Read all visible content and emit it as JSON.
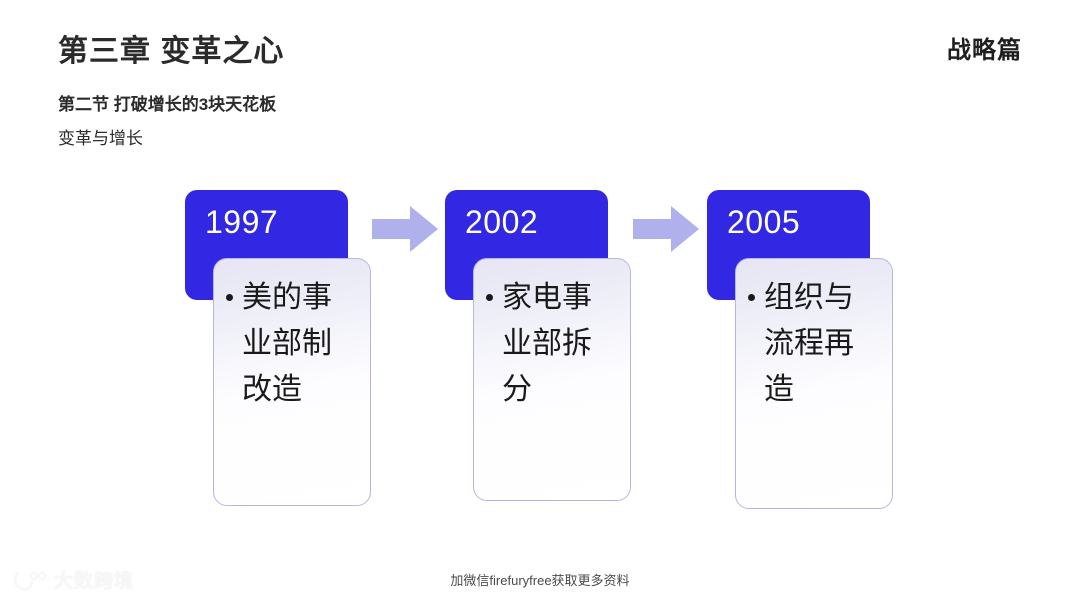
{
  "header": {
    "title": "第三章 变革之心",
    "section_badge": "战略篇",
    "subtitle_1": "第二节  打破增长的3块天花板",
    "subtitle_2": "变革与增长"
  },
  "timeline": {
    "arrow_icon_name": "right-arrow-icon",
    "stages": [
      {
        "year": "1997",
        "detail": "美的事业部制改造"
      },
      {
        "year": "2002",
        "detail": "家电事业部拆分"
      },
      {
        "year": "2005",
        "detail": "组织与流程再造"
      }
    ]
  },
  "footer": {
    "note": "加微信firefuryfree获取更多资料",
    "watermark_text": "大数跨境"
  },
  "colors": {
    "year_card_blue": "#3227E2",
    "arrow_lavender": "#AFB0EC",
    "detail_card_border": "#B7B6E2",
    "detail_card_tint": "#E5E5F4",
    "title_text": "#2B2B2B"
  }
}
